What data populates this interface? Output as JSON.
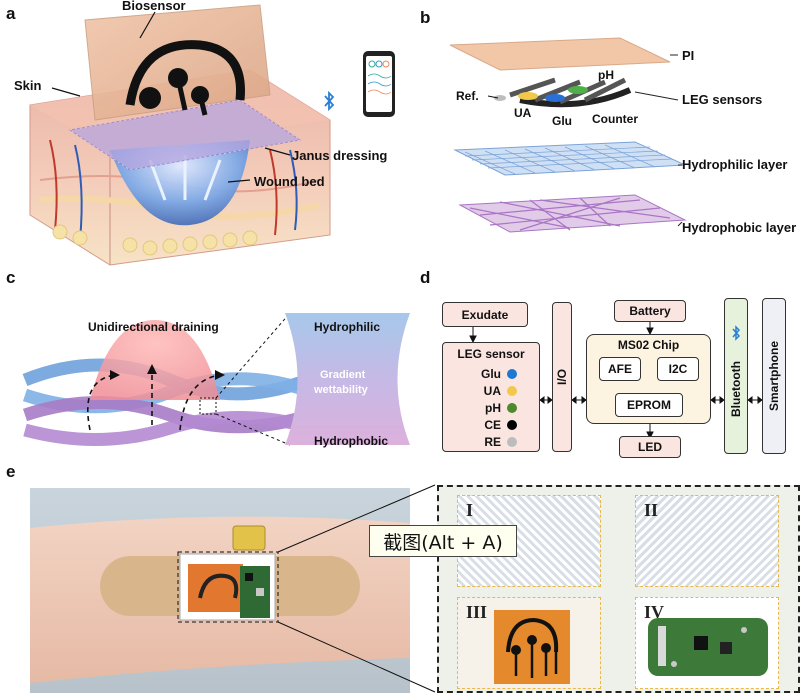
{
  "panels": {
    "a": "a",
    "b": "b",
    "c": "c",
    "d": "d",
    "e": "e"
  },
  "panel_a": {
    "biosensor": "Biosensor",
    "skin": "Skin",
    "janus_dressing": "Janus dressing",
    "wound_bed": "Wound bed"
  },
  "panel_b": {
    "pi": "PI",
    "leg_sensors": "LEG sensors",
    "hydrophilic_layer": "Hydrophilic layer",
    "hydrophobic_layer": "Hydrophobic layer",
    "ref": "Ref.",
    "ua": "UA",
    "glu": "Glu",
    "ph": "pH",
    "counter": "Counter"
  },
  "panel_c": {
    "unidirectional_draining": "Unidirectional draining",
    "hydrophilic": "Hydrophilic",
    "gradient": "Gradient",
    "wettability": "wettability",
    "hydrophobic": "Hydrophobic"
  },
  "panel_d": {
    "exudate": "Exudate",
    "leg_sensor": "LEG sensor",
    "analytes": [
      {
        "name": "Glu",
        "color": "#1f77d4"
      },
      {
        "name": "UA",
        "color": "#f2c84b"
      },
      {
        "name": "pH",
        "color": "#4e8a2c"
      },
      {
        "name": "CE",
        "color": "#000000"
      },
      {
        "name": "RE",
        "color": "#bdbdbd"
      }
    ],
    "io": "I/O",
    "battery": "Battery",
    "chip": "MS02 Chip",
    "afe": "AFE",
    "i2c": "I2C",
    "eprom": "EPROM",
    "led": "LED",
    "bluetooth": "Bluetooth",
    "smartphone": "Smartphone"
  },
  "panel_e": {
    "insets": [
      "I",
      "II",
      "III",
      "IV"
    ]
  },
  "tooltip": {
    "text": "截图(Alt + A)"
  },
  "colors": {
    "box_fill_pink": "#fbe5e0",
    "box_fill_yellow": "#fdf3e1",
    "bluetooth_green": "#e6f2dc",
    "smartphone_gray": "#eef0f5",
    "hydrophilic_blue": "#9ec3e8",
    "hydrophobic_purple": "#c7a3d8"
  }
}
